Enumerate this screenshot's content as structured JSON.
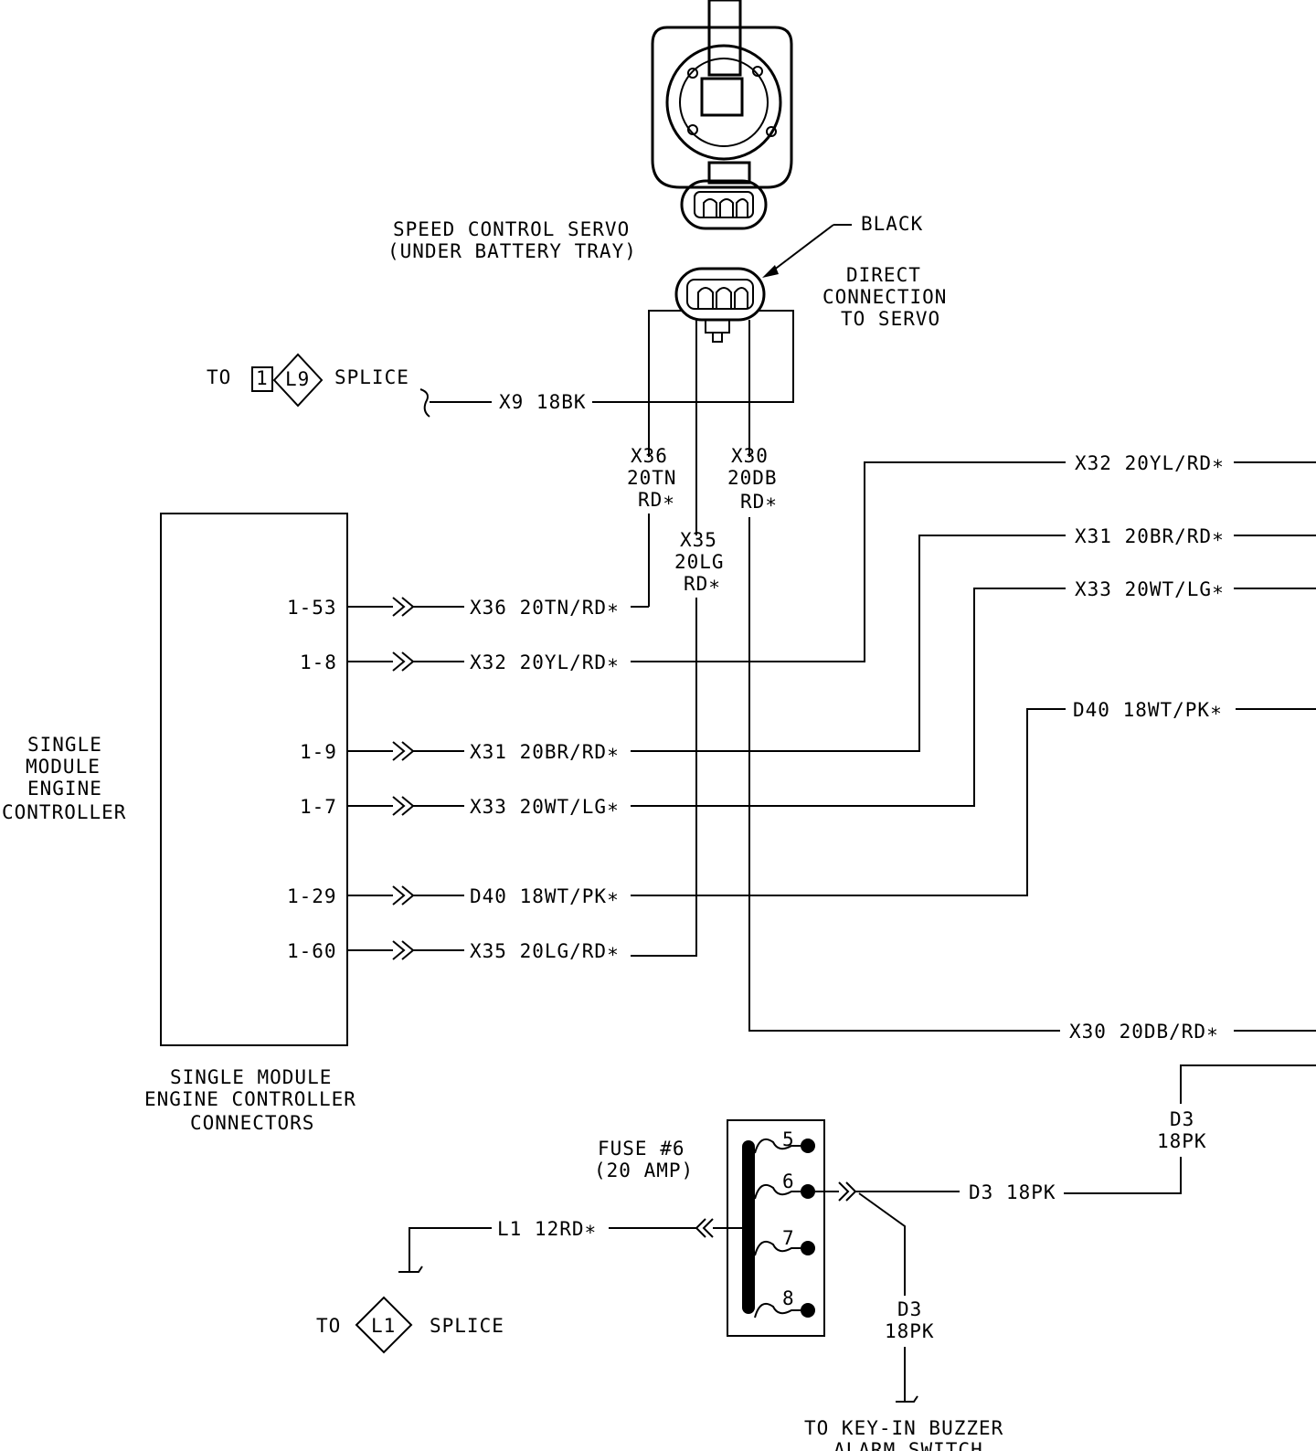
{
  "servo": {
    "label_line1": "SPEED CONTROL SERVO",
    "label_line2": "(UNDER BATTERY TRAY)",
    "connector_color": "BLACK",
    "note_line1": "DIRECT",
    "note_line2": "CONNECTION",
    "note_line3": "TO SERVO"
  },
  "splice_l9": {
    "prefix": "TO",
    "box": "1",
    "diamond": "L9",
    "suffix": "SPLICE",
    "wire": "X9 18BK"
  },
  "vertical_labels": {
    "x36": [
      "X36",
      "20TN",
      "RD∗"
    ],
    "x30": [
      "X30",
      "20DB",
      "RD∗"
    ],
    "x35": [
      "X35",
      "20LG",
      "RD∗"
    ]
  },
  "controller": {
    "side_label": [
      "SINGLE",
      "MODULE",
      "ENGINE",
      "CONTROLLER"
    ],
    "bottom_label": [
      "SINGLE MODULE",
      "ENGINE CONTROLLER",
      "CONNECTORS"
    ],
    "pins": [
      {
        "pin": "1-53",
        "wire": "X36 20TN/RD∗"
      },
      {
        "pin": "1-8",
        "wire": "X32 20YL/RD∗"
      },
      {
        "pin": "1-9",
        "wire": "X31 20BR/RD∗"
      },
      {
        "pin": "1-7",
        "wire": "X33 20WT/LG∗"
      },
      {
        "pin": "1-29",
        "wire": "D40 18WT/PK∗"
      },
      {
        "pin": "1-60",
        "wire": "X35 20LG/RD∗"
      }
    ]
  },
  "right_wires": [
    "X32 20YL/RD∗",
    "X31 20BR/RD∗",
    "X33 20WT/LG∗",
    "D40 18WT/PK∗",
    "X30 20DB/RD∗"
  ],
  "fuse": {
    "label_line1": "FUSE #6",
    "label_line2": "(20 AMP)",
    "numbers": [
      "5",
      "6",
      "7",
      "8"
    ],
    "input_wire": "L1 12RD∗",
    "output_wire": "D3 18PK",
    "d3_right": [
      "D3",
      "18PK"
    ],
    "d3_down": [
      "D3",
      "18PK"
    ]
  },
  "splice_l1": {
    "prefix": "TO",
    "diamond": "L1",
    "suffix": "SPLICE"
  },
  "buzzer": {
    "line1": "TO KEY-IN BUZZER",
    "line2": "ALARM SWITCH"
  }
}
